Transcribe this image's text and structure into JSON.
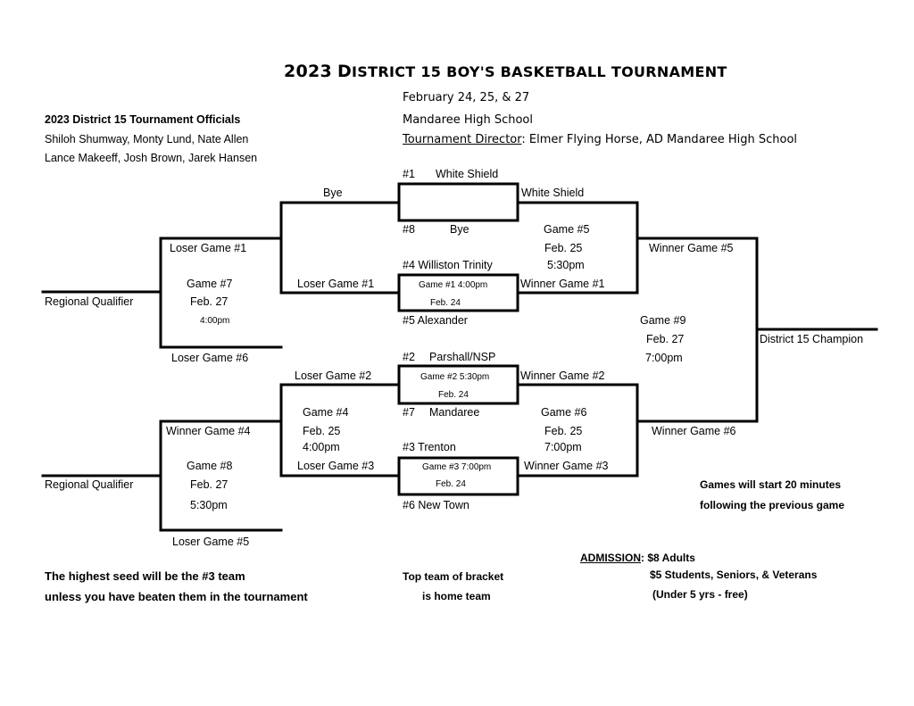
{
  "header": {
    "title_year": "2023",
    "title_d": "D",
    "title_rest": "ISTRICT 15 BOY'S BASKETBALL TOURNAMENT",
    "dates": "February 24, 25, & 27",
    "venue": "Mandaree High School",
    "director_label": "Tournament Director",
    "director_value": ":  Elmer Flying Horse, AD Mandaree High School"
  },
  "officials": {
    "heading": "2023 District 15 Tournament Officials",
    "line1": "Shiloh Shumway, Monty Lund, Nate Allen",
    "line2": "Lance Makeeff, Josh Brown, Jarek Hansen"
  },
  "bracket": {
    "seed1": "#1",
    "seed1_team": "White Shield",
    "bye_left": "Bye",
    "white_shield_adv": "White Shield",
    "seed8": "#8",
    "seed8_team": "Bye",
    "game5": "Game #5",
    "game5_date": "Feb. 25",
    "game5_time": "5:30pm",
    "seed4": "#4  Williston Trinity",
    "game1_box": "Game #1     4:00pm",
    "game1_date": "Feb. 24",
    "seed5": "#5  Alexander",
    "loser_game1_top": "Loser Game #1",
    "loser_game1_mid": "Loser Game #1",
    "winner_game1": "Winner Game #1",
    "winner_game5": "Winner Game #5",
    "game7": "Game #7",
    "game7_date": "Feb. 27",
    "game7_time": "4:00pm",
    "regional_top": "Regional Qualifier",
    "loser_game6": "Loser  Game #6",
    "game9": "Game #9",
    "game9_date": "Feb. 27",
    "game9_time": "7:00pm",
    "champion": "District 15 Champion",
    "seed2": "#2",
    "seed2_team": "Parshall/NSP",
    "loser_game2": "Loser Game #2",
    "game2_box": "Game #2  5:30pm",
    "game2_date": "Feb. 24",
    "winner_game2": "Winner Game #2",
    "game4": "Game #4",
    "game4_date": "Feb. 25",
    "game4_time": "4:00pm",
    "seed7": "#7",
    "seed7_team": "Mandaree",
    "game6": "Game  #6",
    "game6_date": "Feb. 25",
    "game6_time": "7:00pm",
    "winner_game4": "Winner Game #4",
    "winner_game6": "Winner Game #6",
    "seed3": "#3 Trenton",
    "loser_game3": "Loser Game #3",
    "game3_box": "Game #3 7:00pm",
    "game3_date": "Feb. 24",
    "winner_game3": "Winner Game #3",
    "game8": "Game #8",
    "game8_date": "Feb. 27",
    "game8_time": "5:30pm",
    "regional_bottom": "Regional Qualifier",
    "seed6": "#6  New Town",
    "loser_game5": "Loser Game #5"
  },
  "notes": {
    "start_note_1": "Games will start 20 minutes",
    "start_note_2": "following the previous game",
    "seed_note_1": "The highest seed will be the #3 team",
    "seed_note_2": "unless you have beaten them in the tournament",
    "home_note_1": "Top team of bracket",
    "home_note_2": "is home team",
    "admission_label": "ADMISSION",
    "admission_adults": ":  $8 Adults",
    "admission_students": "$5 Students, Seniors, & Veterans",
    "admission_under5": "(Under 5 yrs - free)"
  }
}
